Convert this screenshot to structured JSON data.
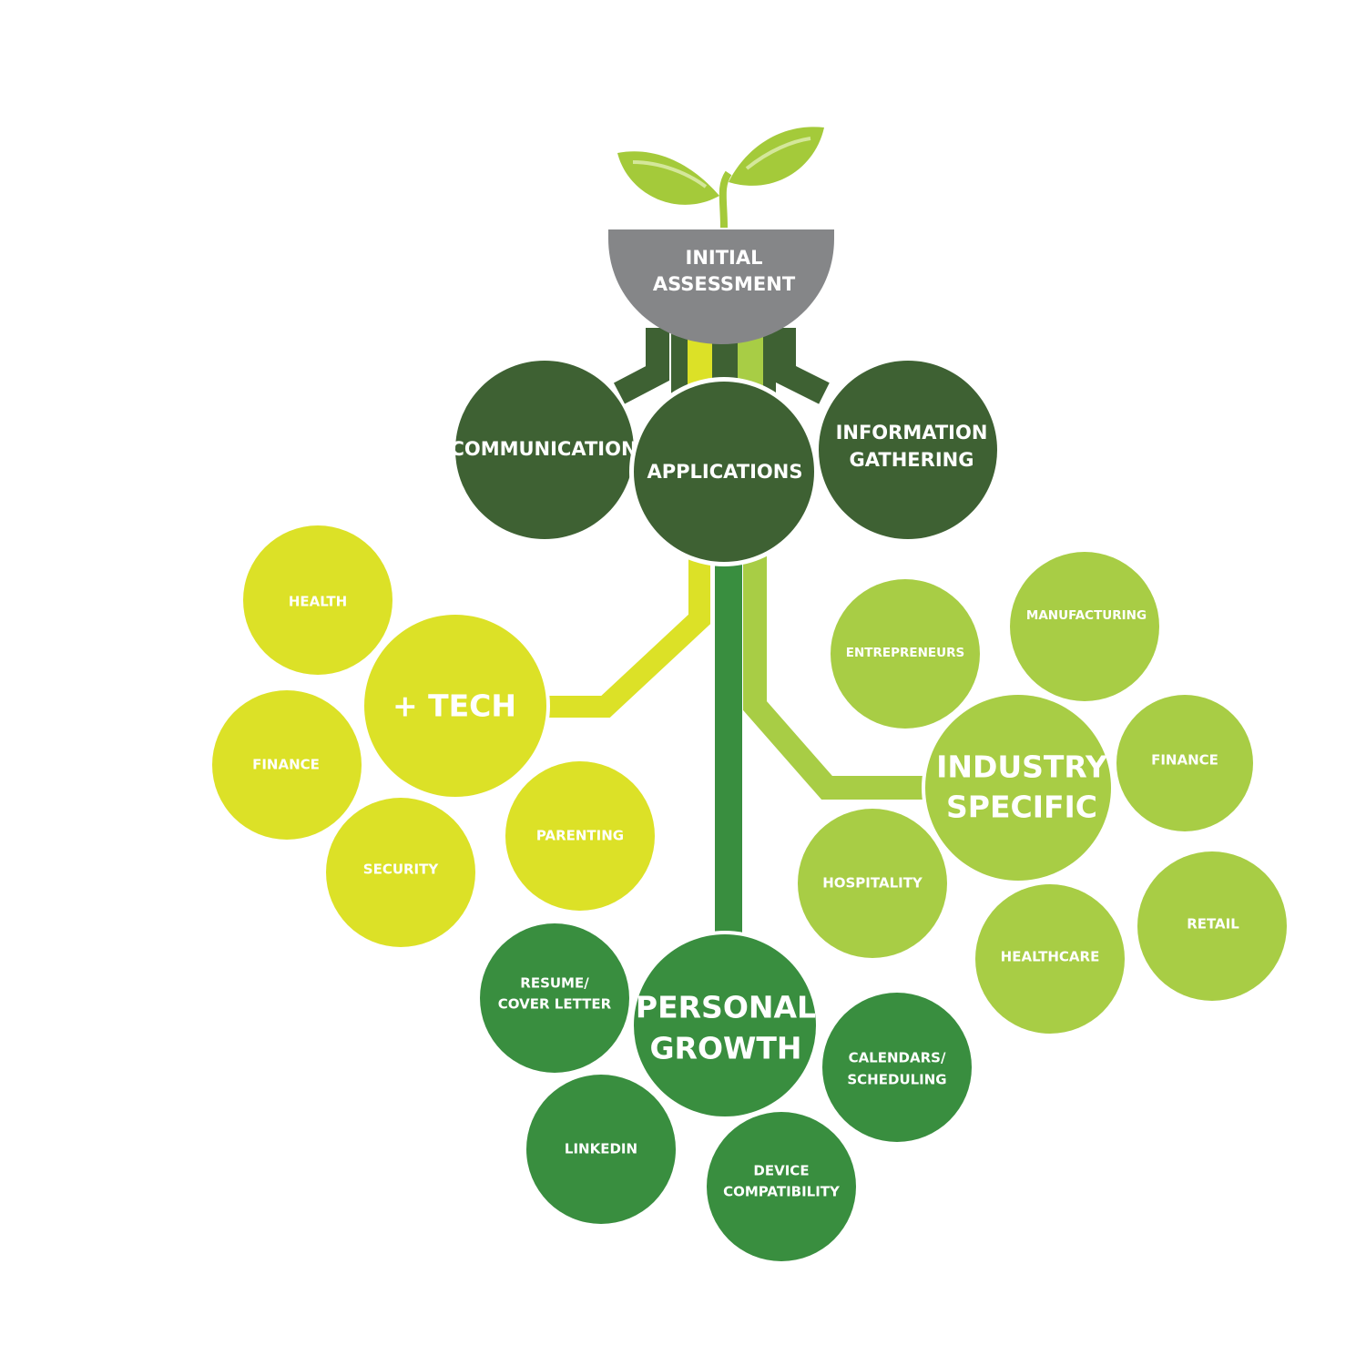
{
  "colors": {
    "pot": "#858688",
    "dark_green": "#3e6133",
    "lime_yellow": "#dce127",
    "light_green": "#a8cd45",
    "medium_green": "#398e3f",
    "leaf_green": "#a4ca3a",
    "text": "#ffffff"
  },
  "root": {
    "line1": "INITIAL",
    "line2": "ASSESSMENT"
  },
  "core": {
    "communication": "COMMUNICATION",
    "applications": "APPLICATIONS",
    "info_line1": "INFORMATION",
    "info_line2": "GATHERING"
  },
  "tech": {
    "label": "+ TECH",
    "items": {
      "health": "HEALTH",
      "finance": "FINANCE",
      "security": "SECURITY",
      "parenting": "PARENTING"
    }
  },
  "industry": {
    "line1": "INDUSTRY",
    "line2": "SPECIFIC",
    "items": {
      "entrepreneurs": "ENTREPRENEURS",
      "manufacturing": "MANUFACTURING",
      "finance": "FINANCE",
      "hospitality": "HOSPITALITY",
      "healthcare": "HEALTHCARE",
      "retail": "RETAIL"
    }
  },
  "personal": {
    "line1": "PERSONAL",
    "line2": "GROWTH",
    "items": {
      "resume_line1": "RESUME/",
      "resume_line2": "COVER LETTER",
      "calendars_line1": "CALENDARS/",
      "calendars_line2": "SCHEDULING",
      "linkedin": "LINKEDIN",
      "device_line1": "DEVICE",
      "device_line2": "COMPATIBILITY"
    }
  }
}
